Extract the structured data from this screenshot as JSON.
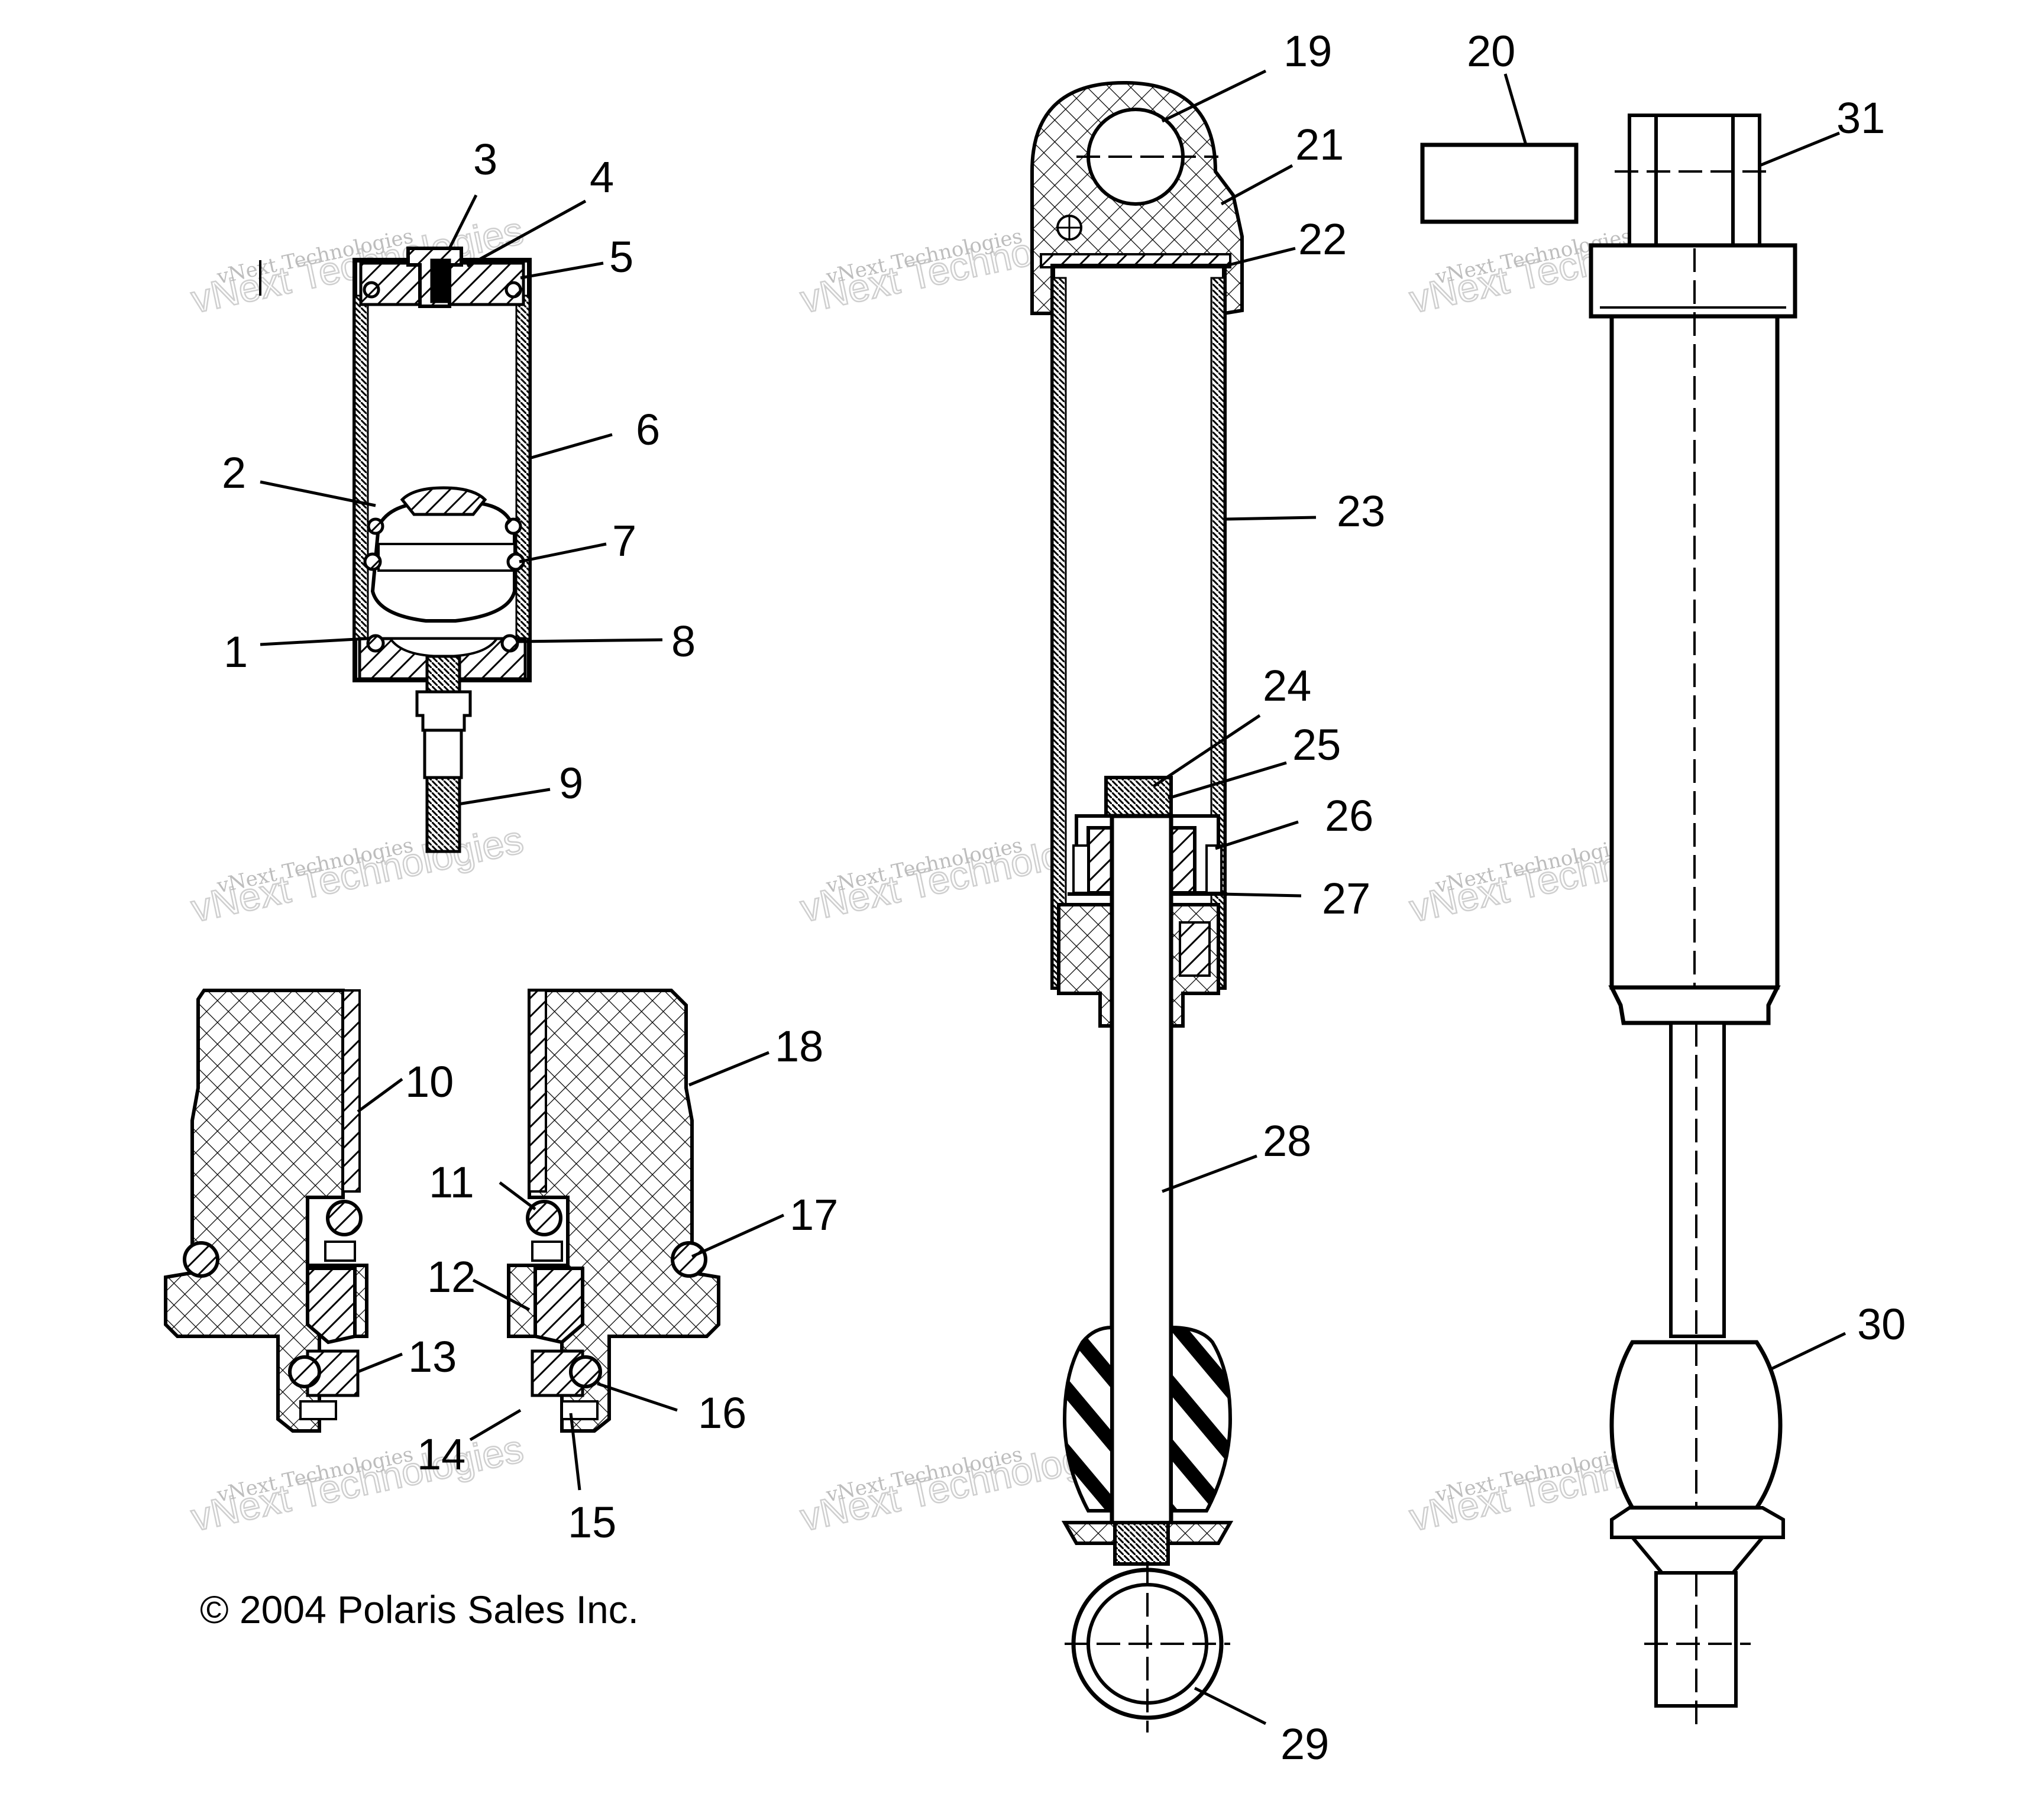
{
  "callouts": [
    {
      "id": "1",
      "label": "1"
    },
    {
      "id": "2",
      "label": "2"
    },
    {
      "id": "3",
      "label": "3"
    },
    {
      "id": "4",
      "label": "4"
    },
    {
      "id": "5",
      "label": "5"
    },
    {
      "id": "6",
      "label": "6"
    },
    {
      "id": "7",
      "label": "7"
    },
    {
      "id": "8",
      "label": "8"
    },
    {
      "id": "9",
      "label": "9"
    },
    {
      "id": "10",
      "label": "10"
    },
    {
      "id": "11",
      "label": "11"
    },
    {
      "id": "12",
      "label": "12"
    },
    {
      "id": "13",
      "label": "13"
    },
    {
      "id": "14",
      "label": "14"
    },
    {
      "id": "15",
      "label": "15"
    },
    {
      "id": "16",
      "label": "16"
    },
    {
      "id": "17",
      "label": "17"
    },
    {
      "id": "18",
      "label": "18"
    },
    {
      "id": "19",
      "label": "19"
    },
    {
      "id": "20",
      "label": "20"
    },
    {
      "id": "21",
      "label": "21"
    },
    {
      "id": "22",
      "label": "22"
    },
    {
      "id": "23",
      "label": "23"
    },
    {
      "id": "24",
      "label": "24"
    },
    {
      "id": "25",
      "label": "25"
    },
    {
      "id": "26",
      "label": "26"
    },
    {
      "id": "27",
      "label": "27"
    },
    {
      "id": "28",
      "label": "28"
    },
    {
      "id": "29",
      "label": "29"
    },
    {
      "id": "30",
      "label": "30"
    },
    {
      "id": "31",
      "label": "31"
    }
  ],
  "copyright": "© 2004 Polaris Sales Inc.",
  "watermark": {
    "line1": "vNext Technologies",
    "line2": "vNext Technologies"
  },
  "colors": {
    "ink": "#000000",
    "background": "#ffffff",
    "watermark": "#9a9a9a"
  }
}
